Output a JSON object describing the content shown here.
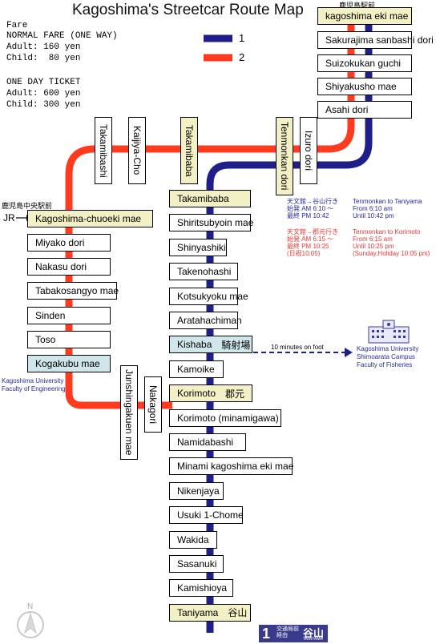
{
  "title": "Kagoshima's Streetcar Route Map",
  "fare": {
    "heading": "Fare",
    "normal_label": "NORMAL FARE (ONE WAY)",
    "normal_adult": "Adult: 160 yen",
    "normal_child": "Child:  80 yen",
    "day_label": "ONE DAY TICKET",
    "day_adult": "Adult: 600 yen",
    "day_child": "Child: 300 yen"
  },
  "legend": {
    "route1": {
      "label": "1",
      "color": "#1f1f8a"
    },
    "route2": {
      "label": "2",
      "color": "#ff3b1f"
    }
  },
  "stations_east": [
    "kagoshima eki mae",
    "Sakurajima sanbashi dori",
    "Suizokukan guchi",
    "Shiyakusho mae",
    "Asahi dori"
  ],
  "kagoshima_station_jp": "鹿児島駅前",
  "stations_vertical_top": [
    "Takamibashi",
    "Kaijiya-Cho",
    "Takamibaba",
    "Tenmonkan dori",
    "Izuro dori"
  ],
  "stations_west": [
    "Kagoshima-chuoeki mae",
    "Miyako dori",
    "Nakasu dori",
    "Tabakosangyo mae",
    "Sinden",
    "Toso",
    "Kogakubu mae"
  ],
  "chuoeki_jp": "鹿児島中央駅前",
  "jr_label": "JR",
  "university_west": [
    "Kagoshima University",
    "Faculty of Engineering"
  ],
  "stations_vertical_bottom": [
    "Junshingakuen mae",
    "Nakagori"
  ],
  "stations_main": [
    {
      "name": "Takamibaba",
      "jp": ""
    },
    {
      "name": "Shiritsubyoin mae",
      "jp": ""
    },
    {
      "name": "Shinyashiki",
      "jp": ""
    },
    {
      "name": "Takenohashi",
      "jp": ""
    },
    {
      "name": "Kotsukyoku mae",
      "jp": ""
    },
    {
      "name": "Aratahachiman",
      "jp": ""
    },
    {
      "name": "Kishaba",
      "jp": "騎射場"
    },
    {
      "name": "Kamoike",
      "jp": ""
    },
    {
      "name": "Korimoto",
      "jp": "郡元"
    },
    {
      "name": "Korimoto (minamigawa)",
      "jp": ""
    },
    {
      "name": "Namidabashi",
      "jp": ""
    },
    {
      "name": "Minami kagoshima eki mae",
      "jp": ""
    },
    {
      "name": "Nikenjaya",
      "jp": ""
    },
    {
      "name": "Usuki 1-Chome",
      "jp": ""
    },
    {
      "name": "Wakida",
      "jp": ""
    },
    {
      "name": "Sasanuki",
      "jp": ""
    },
    {
      "name": "Kamishioya",
      "jp": ""
    },
    {
      "name": "Taniyama",
      "jp": "谷山"
    }
  ],
  "timetable": {
    "jp1_title": "天文館→谷山行き",
    "jp1_first": "始発  AM  6:10 ～",
    "jp1_last": "最終  PM 10:42",
    "en1_title": "Tenmonkan to Taniyama",
    "en1_first": "From    6:10 am",
    "en1_last": "Until 10:42 pm",
    "jp2_title": "天文館→郡元行き",
    "jp2_first": "始発  AM  6:15 ～",
    "jp2_last": "最終  PM 10:25",
    "jp2_note": "(日祝10:05)",
    "en2_title": "Tenmonkan to Korimoto",
    "en2_first": "From    6:15 am",
    "en2_last": "Until 10:25 pm",
    "en2_note": "(Sunday,Holiday 10:05 pm)"
  },
  "walk_label": "10 minutes on foot",
  "university_east": [
    "Kagoshima University",
    "Shimoarata Campus",
    "Faculty of Fisheries"
  ],
  "badge": {
    "number": "1",
    "jp_small": "交通局前\n経由",
    "jp_big": "谷山",
    "en_small": "TANIYAMA"
  },
  "compass": "N"
}
